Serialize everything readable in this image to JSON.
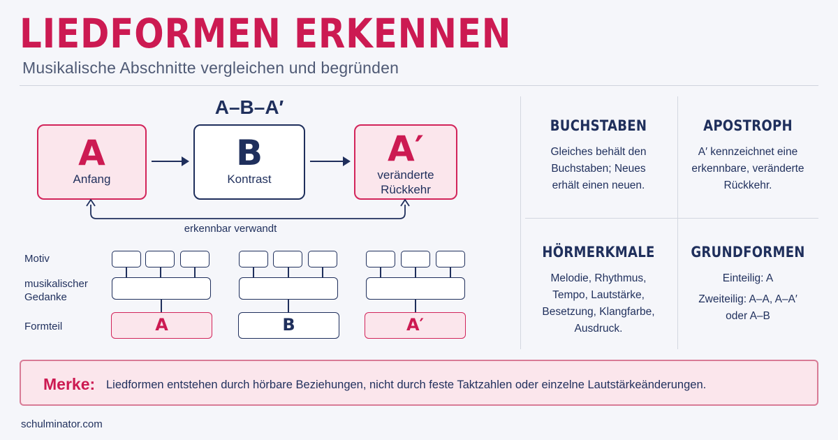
{
  "header": {
    "title": "LIEDFORMEN ERKENNEN",
    "subtitle": "Musikalische Abschnitte vergleichen und begründen"
  },
  "diagram": {
    "formula": "A–B–A′",
    "sections": [
      {
        "letter": "A",
        "desc_1": "Anfang",
        "desc_2": ""
      },
      {
        "letter": "B",
        "desc_1": "Kontrast",
        "desc_2": ""
      },
      {
        "letter": "A′",
        "desc_1": "veränderte",
        "desc_2": "Rückkehr"
      }
    ],
    "relation_label": "erkennbar verwandt",
    "row_labels": {
      "motiv": "Motiv",
      "gedanke_1": "musikalischer",
      "gedanke_2": "Gedanke",
      "formteil": "Formteil"
    },
    "formteile": [
      "A",
      "B",
      "A′"
    ]
  },
  "panels": {
    "buchstaben": {
      "heading": "BUCHSTABEN",
      "lines": [
        "Gleiches behält den",
        "Buchstaben; Neues",
        "erhält einen neuen."
      ]
    },
    "apostroph": {
      "heading": "APOSTROPH",
      "lines": [
        "A′ kennzeichnet eine",
        "erkennbare, veränderte",
        "Rückkehr."
      ]
    },
    "hoermerkmale": {
      "heading": "HÖRMERKMALE",
      "lines": [
        "Melodie, Rhythmus,",
        "Tempo, Lautstärke,",
        "Besetzung, Klangfarbe,",
        "Ausdruck."
      ]
    },
    "grundformen": {
      "heading": "GRUNDFORMEN",
      "line_1": "Einteilig: A",
      "line_2a": "Zweiteilig: A–A, A–A′",
      "line_2b": "oder A–B"
    }
  },
  "merke": {
    "label": "Merke:",
    "text": "Liedformen entstehen durch hörbare Beziehungen, nicht durch feste Taktzahlen oder einzelne Lautstärkeänderungen."
  },
  "footer": {
    "source": "schulminator.com"
  },
  "colors": {
    "accent": "#cc1a52",
    "navy": "#1f2f5c",
    "pink_fill": "#fbe6ec",
    "background": "#f5f6fa"
  }
}
